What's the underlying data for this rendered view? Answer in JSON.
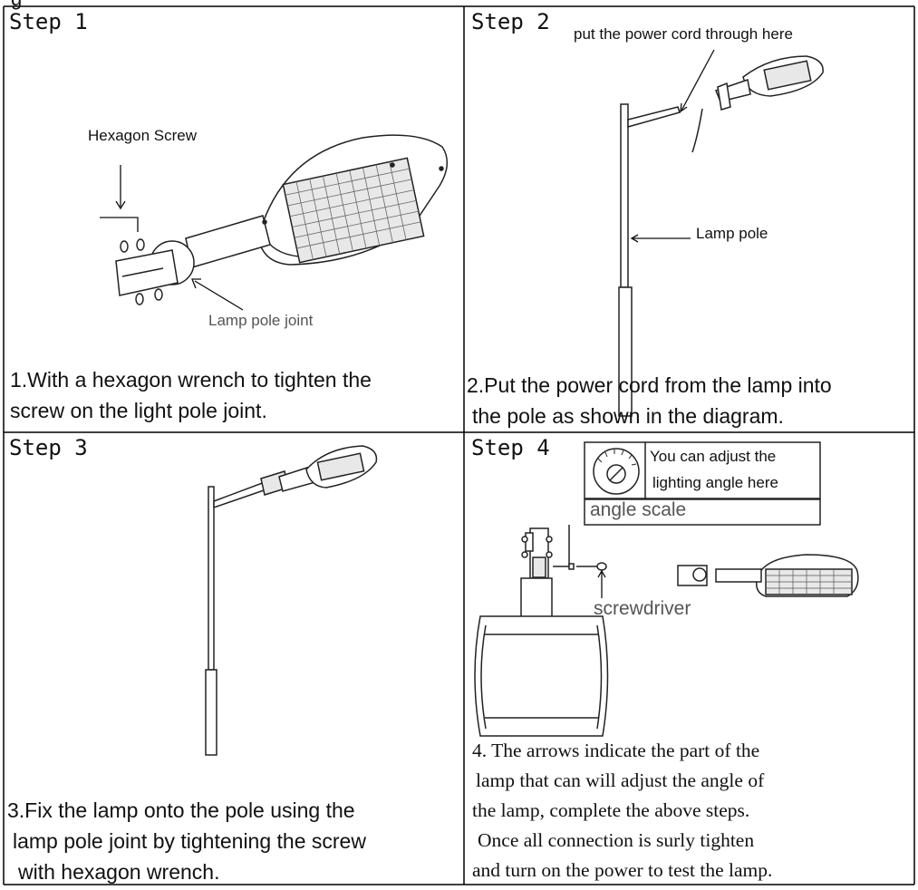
{
  "top_fragment": "g",
  "steps": [
    {
      "label": "Step 1",
      "annotations": {
        "hexagon_screw": "Hexagon Screw",
        "lamp_pole_joint": "Lamp pole joint"
      },
      "caption": [
        "1.With a hexagon wrench to tighten the",
        "screw on the light pole joint."
      ]
    },
    {
      "label": "Step 2",
      "annotations": {
        "cord": "put the power cord through here",
        "lamp_pole": "Lamp pole"
      },
      "caption": [
        "2.Put the power cord from the lamp into",
        "the pole as shown in the diagram."
      ]
    },
    {
      "label": "Step 3",
      "caption": [
        "3.Fix the lamp onto the pole using the",
        "lamp pole joint by tightening the screw",
        "with hexagon wrench."
      ]
    },
    {
      "label": "Step 4",
      "annotations": {
        "adjust_line1": "You can adjust the",
        "adjust_line2": "lighting angle here",
        "angle_scale": "angle scale",
        "screwdriver": "screwdriver"
      },
      "caption": [
        "4. The arrows indicate the part of the",
        "lamp that can will adjust the angle of",
        "the lamp, complete the above steps.",
        "Once all connection is surly tighten",
        "and turn on the power to test the lamp."
      ]
    }
  ]
}
